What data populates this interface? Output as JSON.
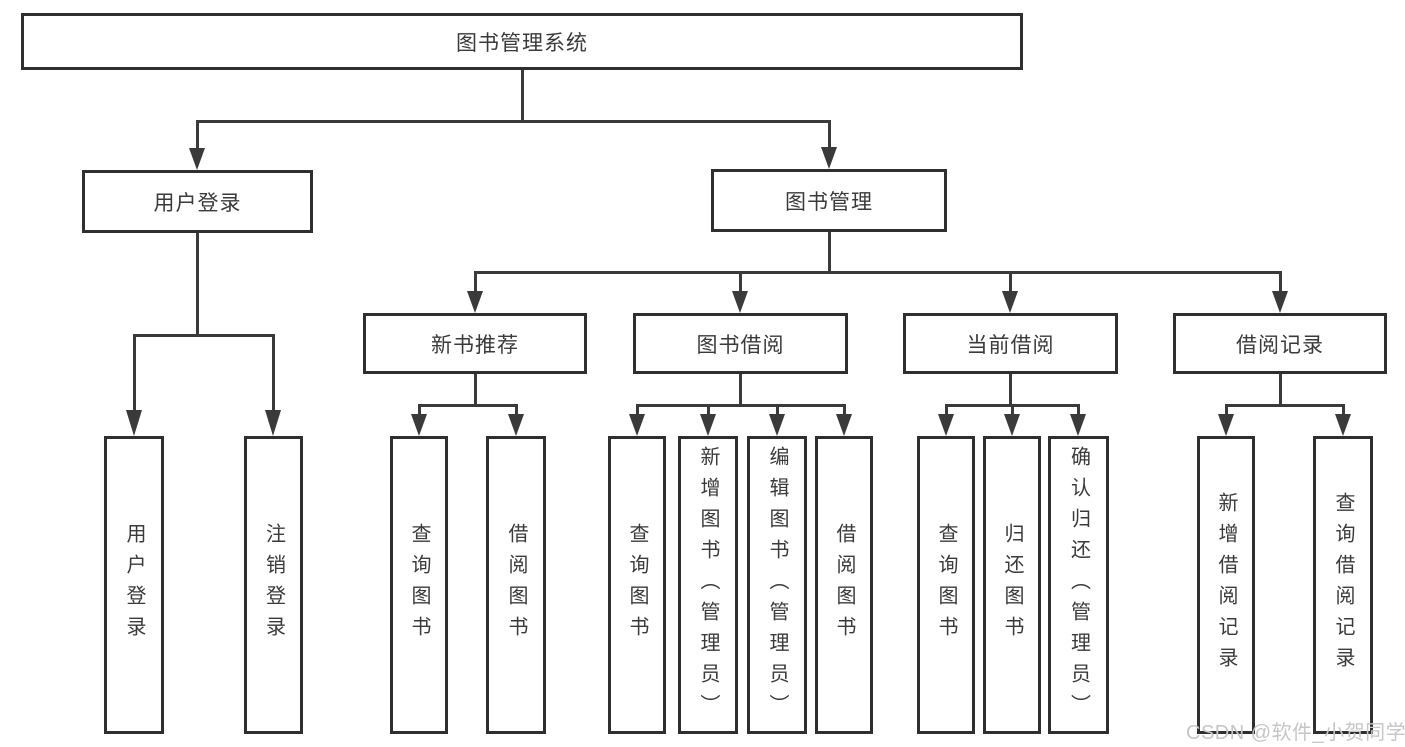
{
  "colors": {
    "line": "#3a3a3a",
    "border": "#2f2f2f",
    "text": "#3a3a3a",
    "watermark": "#c6c6c6",
    "background": "#ffffff"
  },
  "nodes": {
    "root": "图书管理系统",
    "level2": [
      "用户登录",
      "图书管理"
    ],
    "level3": [
      "新书推荐",
      "图书借阅",
      "当前借阅",
      "借阅记录"
    ],
    "leaves": [
      "用户登录",
      "注销登录",
      "查询图书",
      "借阅图书",
      "查询图书",
      "新增图书（管理员）",
      "编辑图书（管理员）",
      "借阅图书",
      "查询图书",
      "归还图书",
      "确认归还（管理员）",
      "新增借阅记录",
      "查询借阅记录"
    ]
  },
  "structure": {
    "图书管理系统": [
      "用户登录",
      "图书管理"
    ],
    "用户登录": [
      "用户登录",
      "注销登录"
    ],
    "图书管理": [
      "新书推荐",
      "图书借阅",
      "当前借阅",
      "借阅记录"
    ],
    "新书推荐": [
      "查询图书",
      "借阅图书"
    ],
    "图书借阅": [
      "查询图书",
      "新增图书（管理员）",
      "编辑图书（管理员）",
      "借阅图书"
    ],
    "当前借阅": [
      "查询图书",
      "归还图书",
      "确认归还（管理员）"
    ],
    "借阅记录": [
      "新增借阅记录",
      "查询借阅记录"
    ]
  },
  "watermark": "CSDN @软件_小贺同学"
}
